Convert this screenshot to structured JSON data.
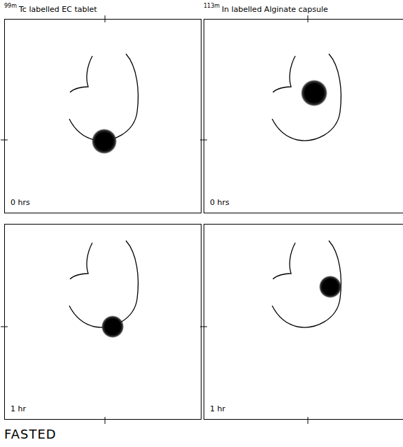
{
  "diagram": {
    "nodes": [
      {
        "text": [
          "0 hrs"
        ]
      },
      {
        "text": [
          "0 hrs"
        ]
      },
      {
        "text": [
          "1 hr"
        ]
      },
      {
        "text": [
          "1 hr"
        ]
      }
    ],
    "labels": [
      "99m",
      "Tc labelled EC tablet",
      "113m",
      "In labelled Alginate capsule",
      "FASTED"
    ]
  }
}
